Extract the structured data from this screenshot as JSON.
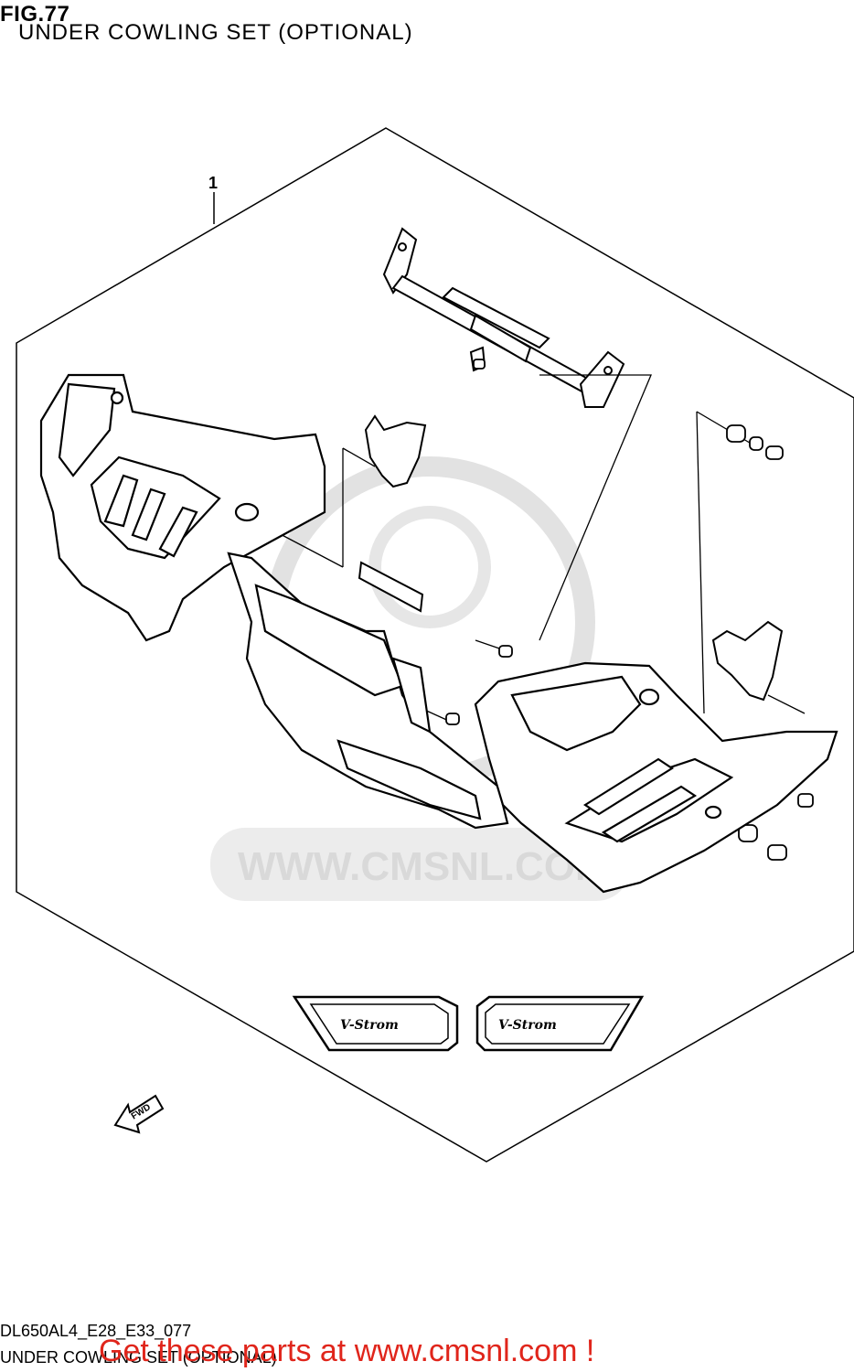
{
  "header": {
    "fig_label": "FIG.77",
    "title": "UNDER COWLING SET (OPTIONAL)"
  },
  "diagram": {
    "callout_number": "1",
    "parts": [
      {
        "name": "under-cowling-left",
        "kind": "cowling"
      },
      {
        "name": "under-cowling-right",
        "kind": "cowling"
      },
      {
        "name": "mount-bar",
        "kind": "bracket"
      },
      {
        "name": "bracket-left",
        "kind": "bracket"
      },
      {
        "name": "bracket-right",
        "kind": "bracket"
      },
      {
        "name": "cushion-pad",
        "kind": "pad"
      },
      {
        "name": "bolts",
        "kind": "fastener"
      }
    ],
    "emblems": [
      "V-Strom",
      "V-Strom"
    ],
    "direction_label": "FWD",
    "watermark": "WWW.CMSNL.COM"
  },
  "footer": {
    "code": "DL650AL4_E28_E33_077",
    "title": "UNDER COWLING SET (OPTIONAL)",
    "promo": "Get these parts at www.cmsnl.com !"
  },
  "colors": {
    "line": "#000000",
    "watermark": "#d9d9d9",
    "promo": "#e0251b"
  }
}
